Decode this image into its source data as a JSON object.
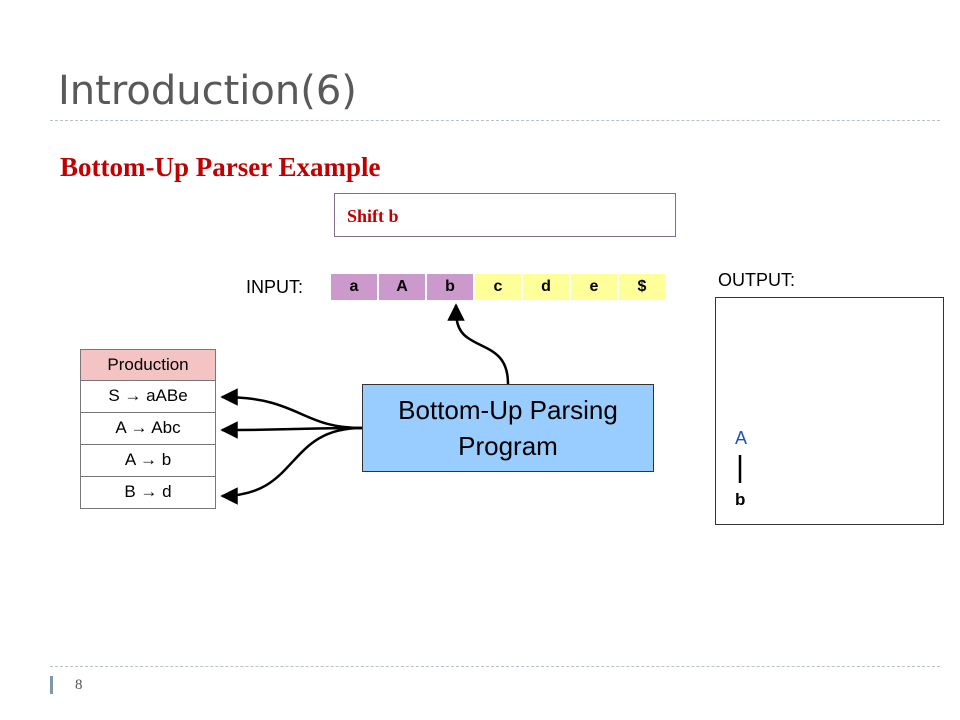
{
  "slide": {
    "title": "Introduction(6)",
    "subtitle": "Bottom-Up Parser Example",
    "action": "Shift b",
    "page_number": "8"
  },
  "input": {
    "label": "INPUT:",
    "symbols": [
      "a",
      "A",
      "b",
      "c",
      "d",
      "e",
      "$"
    ],
    "shaded_count": 3
  },
  "productions": {
    "header": "Production",
    "rows": [
      "S → aABe",
      "A → Abc",
      "A → b",
      "B → d"
    ]
  },
  "program": {
    "line1": "Bottom-Up Parsing",
    "line2": "Program"
  },
  "output": {
    "label": "OUTPUT:",
    "tree": {
      "parent": "A",
      "child": "b",
      "parent_color": "#1f4fbf"
    }
  },
  "colors": {
    "title": "#595959",
    "accent": "#c00000",
    "tape_unread": "#ffff99",
    "tape_read": "#cc99cc",
    "program_fill": "#99ccff",
    "production_header": "#f4c4c4"
  }
}
